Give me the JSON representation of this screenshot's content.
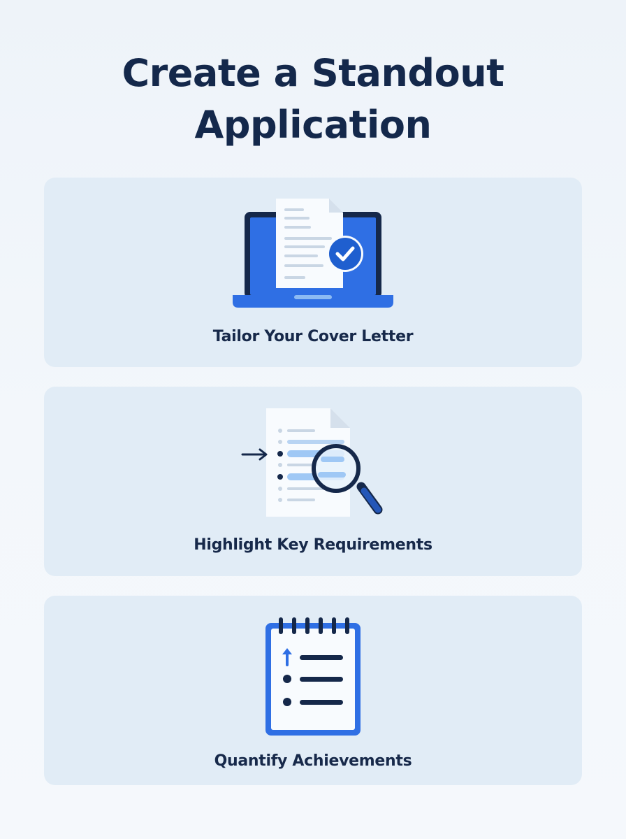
{
  "page": {
    "title_line_1": "Create a Standout",
    "title_line_2": "Application"
  },
  "cards": [
    {
      "label": "Tailor Your Cover Letter",
      "icon": "laptop-document-check-icon"
    },
    {
      "label": "Highlight Key Requirements",
      "icon": "document-magnifier-icon"
    },
    {
      "label": "Quantify Achievements",
      "icon": "notepad-list-icon"
    }
  ],
  "colors": {
    "title": "#14284b",
    "accent_blue": "#2f6fe4",
    "navy": "#15284a",
    "card_bg": "#e1ecf6",
    "highlight": "#9fc8f5"
  }
}
